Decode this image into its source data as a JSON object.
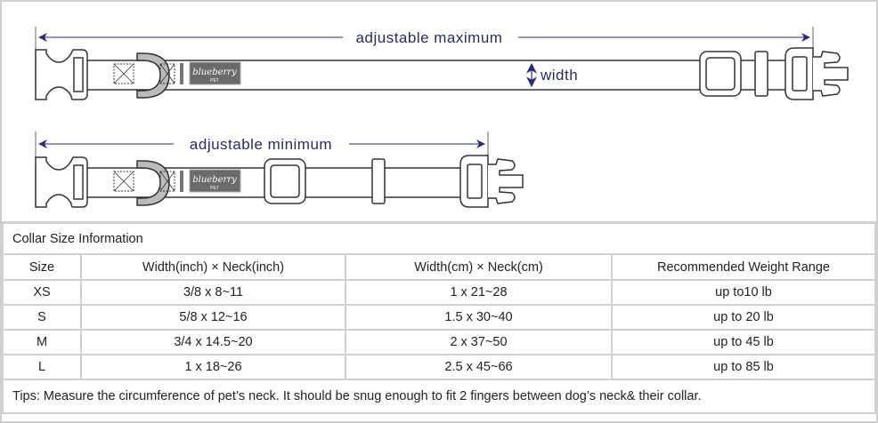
{
  "diagram": {
    "max_label": "adjustable maximum",
    "min_label": "adjustable minimum",
    "width_label": "width",
    "logo_text": "blueberry PET",
    "arrow_color": "#2a2a7a"
  },
  "table": {
    "title": "Collar Size Information",
    "headers": [
      "Size",
      "Width(inch)  × Neck(inch)",
      "Width(cm)  × Neck(cm)",
      "Recommended Weight Range"
    ],
    "rows": [
      [
        "XS",
        "3/8 x 8~11",
        "1 x 21~28",
        "up to10 lb"
      ],
      [
        "S",
        "5/8 x 12~16",
        "1.5 x 30~40",
        "up to 20 lb"
      ],
      [
        "M",
        "3/4 x 14.5~20",
        "2 x 37~50",
        "up to 45 lb"
      ],
      [
        "L",
        "1 x 18~26",
        "2.5 x 45~66",
        "up to 85 lb"
      ]
    ],
    "tips": "Tips: Measure the circumference of pet’s neck. It should be snug enough to fit 2 fingers between dog’s neck& their collar."
  }
}
